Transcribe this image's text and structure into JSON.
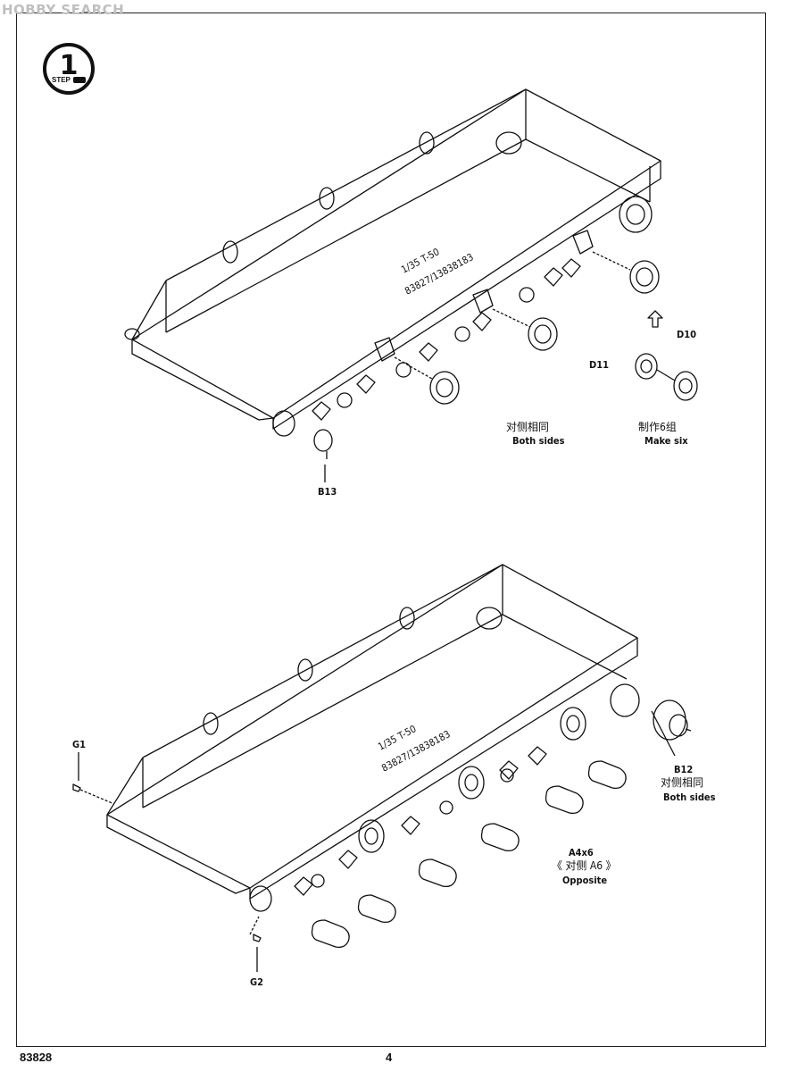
{
  "watermark": "HOBBY SEARCH",
  "step": {
    "number": "1",
    "word": "STEP"
  },
  "hull_marking": {
    "line1": "1/35  T-50",
    "line2": "83827/13838183"
  },
  "top_diagram": {
    "part_b13": "B13",
    "part_d10": "D10",
    "part_d11": "D11",
    "note_both_sides_cn": "对侧相同",
    "note_both_sides_en": "Both sides",
    "note_make_six_cn": "制作6组",
    "note_make_six_en": "Make six"
  },
  "bottom_diagram": {
    "part_g1": "G1",
    "part_g2": "G2",
    "part_b12": "B12",
    "note_b12_cn": "对侧相同",
    "note_b12_en": "Both sides",
    "part_a4x6": "A4x6",
    "note_opposite_cn": "《 对侧 A6 》",
    "note_opposite_en": "Opposite"
  },
  "footer": {
    "code": "83828",
    "page": "4"
  }
}
